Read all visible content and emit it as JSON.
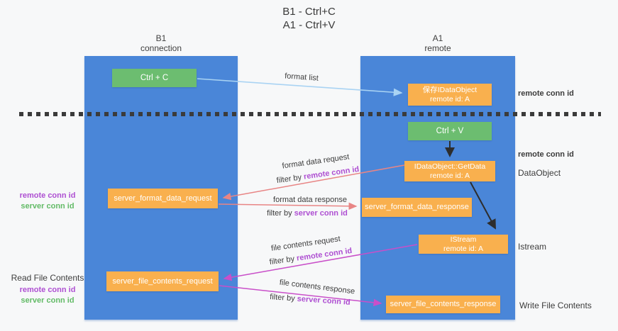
{
  "title": {
    "line1": "B1 - Ctrl+C",
    "line2": "A1 - Ctrl+V"
  },
  "lifelines": {
    "left": {
      "name": "B1",
      "role": "connection"
    },
    "right": {
      "name": "A1",
      "role": "remote"
    }
  },
  "nodes": {
    "ctrl_c": {
      "label": "Ctrl + C"
    },
    "ctrl_v": {
      "label": "Ctrl + V"
    },
    "saved_idataobject": {
      "line1": "保存IDataObject",
      "line2": "remote id: A"
    },
    "getdata": {
      "line1": "IDataObject::GetData",
      "line2": "remote id: A"
    },
    "istream_node": {
      "line1": "IStream",
      "line2": "remote id: A"
    },
    "format_request": {
      "label": "server_format_data_request"
    },
    "format_response": {
      "label": "server_format_data_response"
    },
    "file_request": {
      "label": "server_file_contents_request"
    },
    "file_response": {
      "label": "server_file_contents_response"
    }
  },
  "edge_labels": {
    "format_list": "format list",
    "format_data_request": "format data request",
    "format_data_response": "format data response",
    "file_contents_request": "file contents request",
    "file_contents_response": "file contents response",
    "filter_by": "filter by",
    "remote_conn_id": "remote conn id",
    "server_conn_id": "server conn id"
  },
  "annotations": {
    "right_row1_remote": "remote conn id",
    "right_row2_remote": "remote conn id",
    "dataobject": "DataObject",
    "istream": "Istream",
    "write_file_contents": "Write File Contents",
    "read_file_contents": "Read File Contents",
    "left_mid_remote": "remote conn id",
    "left_mid_server": "server conn id",
    "left_bottom_remote": "remote conn id",
    "left_bottom_server": "server conn id"
  },
  "colors": {
    "lane_blue": "#4a86d8",
    "node_orange": "#f9b04e",
    "node_green": "#6cbd70",
    "arrow_light_blue": "#a9d3f3",
    "arrow_salmon": "#e88585",
    "arrow_magenta": "#c94fc9",
    "arrow_black": "#2d2d2d",
    "label_purple": "#ae4fd2",
    "label_green": "#63bb67",
    "text_dark": "#3c3c3c",
    "background": "#f7f8f9"
  }
}
